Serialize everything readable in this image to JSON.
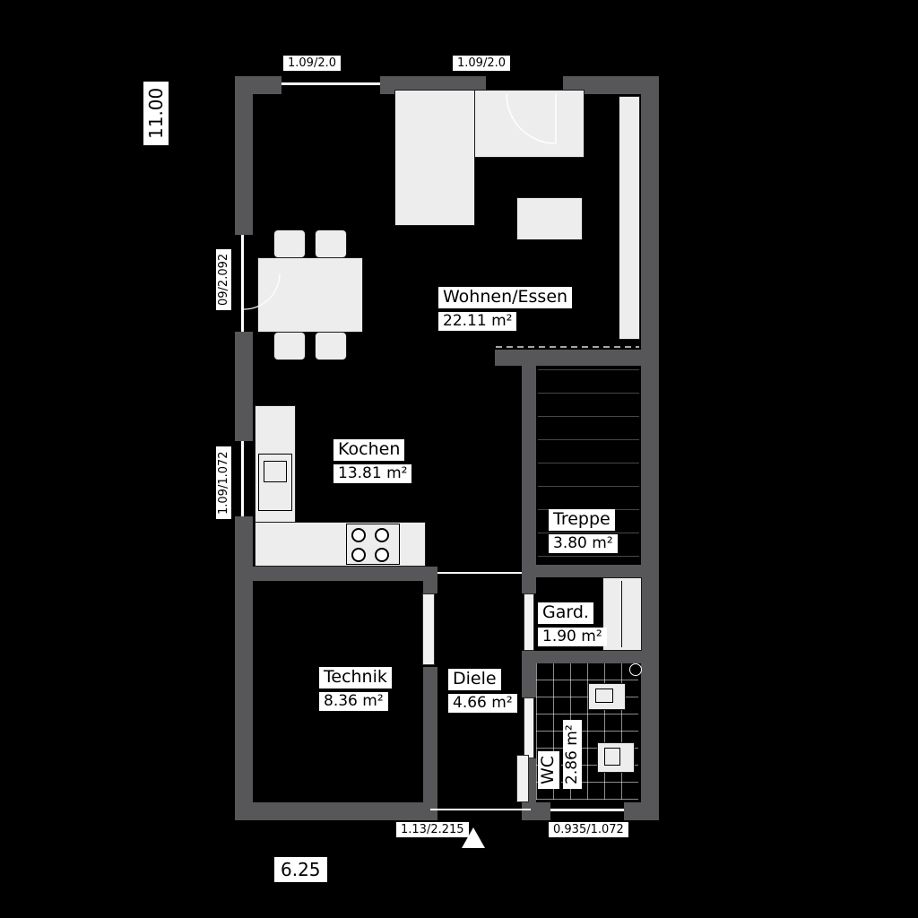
{
  "rooms": [
    {
      "name": "Wohnen/Essen",
      "area": "22.11 m²"
    },
    {
      "name": "Kochen",
      "area": "13.81 m²"
    },
    {
      "name": "Treppe",
      "area": "3.80 m²"
    },
    {
      "name": "Gard.",
      "area": "1.90 m²"
    },
    {
      "name": "Technik",
      "area": "8.36 m²"
    },
    {
      "name": "Diele",
      "area": "4.66 m²"
    },
    {
      "name": "WC",
      "area": "2.86 m²"
    }
  ],
  "dimensions": {
    "top_window_left": "1.09/2.0",
    "top_window_right": "1.09/2.0",
    "side_total": "11.00",
    "side_window_upper": "09/2.092",
    "side_window_lower": "1.09/1.072",
    "entry_door": "1.13/2.215",
    "wc_window": "0.935/1.072",
    "bottom_total": "6.25"
  },
  "colors": {
    "background": "#000000",
    "wall": "#57575a",
    "furniture": "#ededed",
    "label_background": "#ffffff",
    "text": "#000000",
    "line": "#ffffff"
  }
}
